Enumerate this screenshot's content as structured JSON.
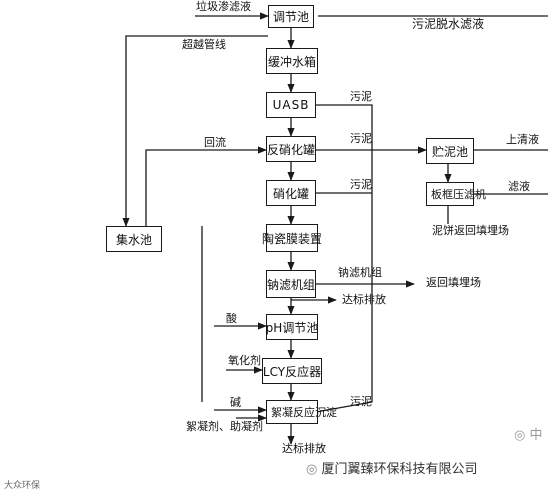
{
  "nodes": {
    "tiaojie": "调节池",
    "huanchong": "缓冲水箱",
    "uasb": "UASB",
    "fanxiaohua": "反硝化罐",
    "xiaohua": "硝化罐",
    "taoci": "陶瓷膜装置",
    "nalv": "钠滤机组",
    "ph": "pH调节池",
    "lcy": "LCY反应器",
    "xuning": "絮凝反应沉淀",
    "jishui": "集水池",
    "zhuni": "贮泥池",
    "banlu": "板框压滤机"
  },
  "labels": {
    "lese": "垃圾渗滤液",
    "wuni_tuoshui": "污泥脱水滤液",
    "chaoyue": "超越管线",
    "huiliu": "回流",
    "wuni_uasb": "污泥",
    "wuni_fanxiaohua": "污泥",
    "wuni_xiaohua": "污泥",
    "wuni_xuning": "污泥",
    "shangqing": "上清液",
    "lvye": "滤液",
    "nibing": "泥饼返回填埋场",
    "nalv_zu": "钠滤机组",
    "fanhui": "返回填埋场",
    "dabiao_1": "达标排放",
    "suan": "酸",
    "yanghuaji": "氧化剂",
    "jian": "碱",
    "xuningji": "絮凝剂、助凝剂",
    "dabiao_2": "达标排放"
  },
  "watermark": {
    "company": "厦门翼臻环保科技有限公司",
    "side": "中",
    "corner": "大众环保"
  }
}
